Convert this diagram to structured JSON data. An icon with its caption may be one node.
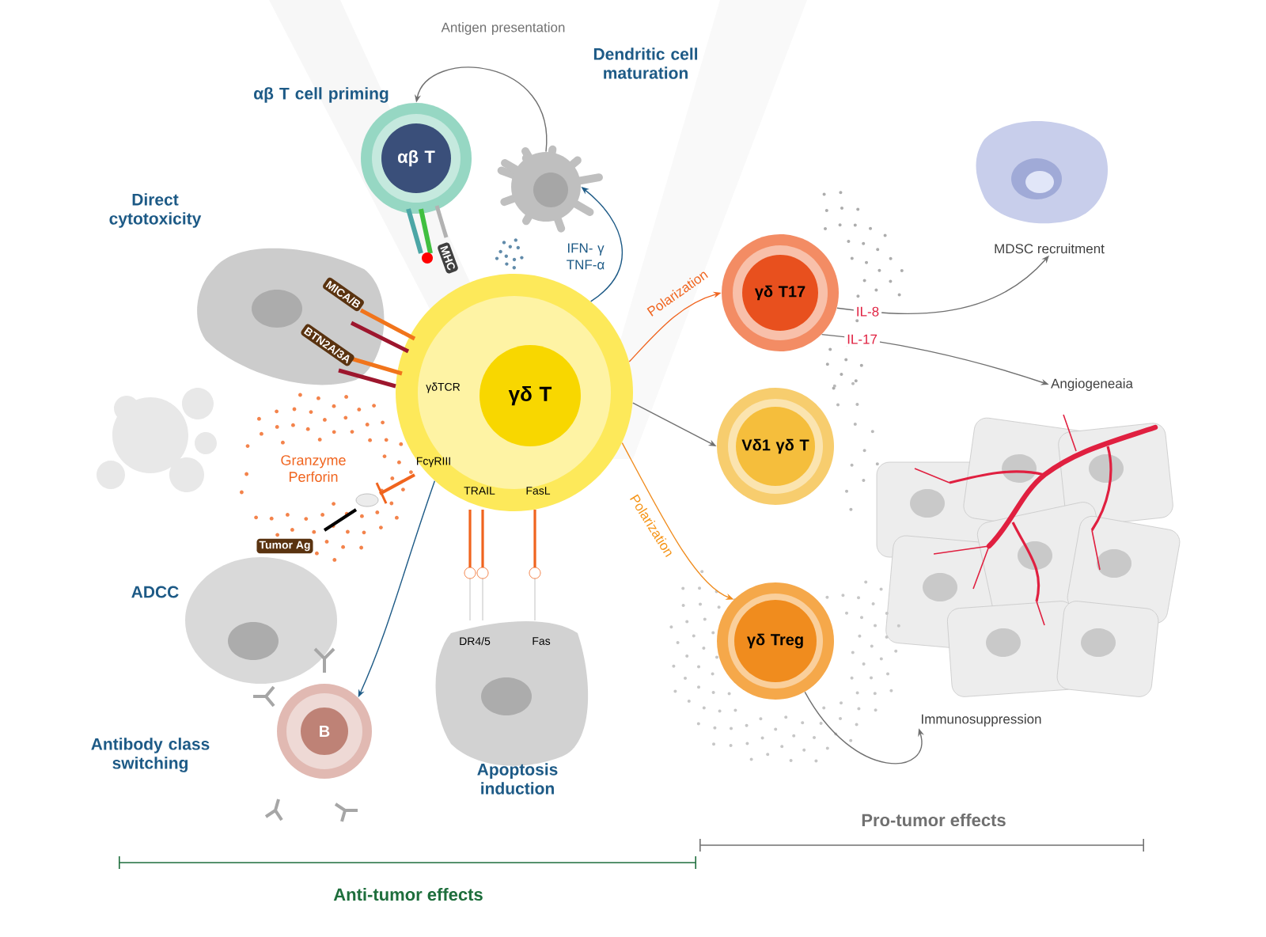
{
  "diagram": {
    "nodes": [
      {
        "text": [
          "γδ T"
        ]
      },
      {
        "text": [
          "αβ T"
        ],
        "beside": [
          "αβ T cell priming"
        ]
      },
      {
        "text": [],
        "shape": "picture"
      },
      {
        "text": [
          "γδ T17"
        ]
      },
      {
        "text": [
          "Vδ1 γδ T"
        ]
      },
      {
        "text": [
          "γδ Treg"
        ]
      },
      {
        "text": [
          "MDSC recruitment"
        ]
      },
      {
        "text": [
          "Angiogeneaia"
        ]
      },
      {
        "text": [
          "Immunosuppression"
        ]
      },
      {
        "text": [
          "B"
        ]
      }
    ],
    "edges": [
      {
        "from": 2,
        "to": 1,
        "arrow": "to",
        "label": "Antigen presentation"
      },
      {
        "from": 0,
        "to": 2,
        "arrow": "to",
        "label": "IFN- γ TNF-α",
        "color": "#1d5a86"
      },
      {
        "from": 0,
        "to": 3,
        "arrow": "to",
        "label": "Polarization",
        "color": "#f0641e"
      },
      {
        "from": 0,
        "to": 4,
        "arrow": "to"
      },
      {
        "from": 0,
        "to": 5,
        "arrow": "to",
        "label": "Polarization",
        "color": "#f08c1e"
      },
      {
        "from": 0,
        "to": 9,
        "arrow": "to",
        "color": "#1d5a86"
      },
      {
        "from": 3,
        "to": 6,
        "arrow": "to",
        "label": "IL-8"
      },
      {
        "from": 3,
        "to": 7,
        "arrow": "to",
        "label": "IL-17"
      },
      {
        "from": 5,
        "to": 8,
        "arrow": "to"
      }
    ],
    "labels": [
      "Dendritic cell maturation",
      "Direct cytotoxicity",
      "MICA/B",
      "BTN2A/3A",
      "MHC",
      "γδTCR",
      "Granzyme Perforin",
      "FcγRIII",
      "Tumor Ag",
      "ADCC",
      "Antibody class switching",
      "TRAIL",
      "FasL",
      "DR4/5",
      "Fas",
      "Apoptosis induction",
      "Pro-tumor effects",
      "Anti-tumor effects"
    ]
  }
}
